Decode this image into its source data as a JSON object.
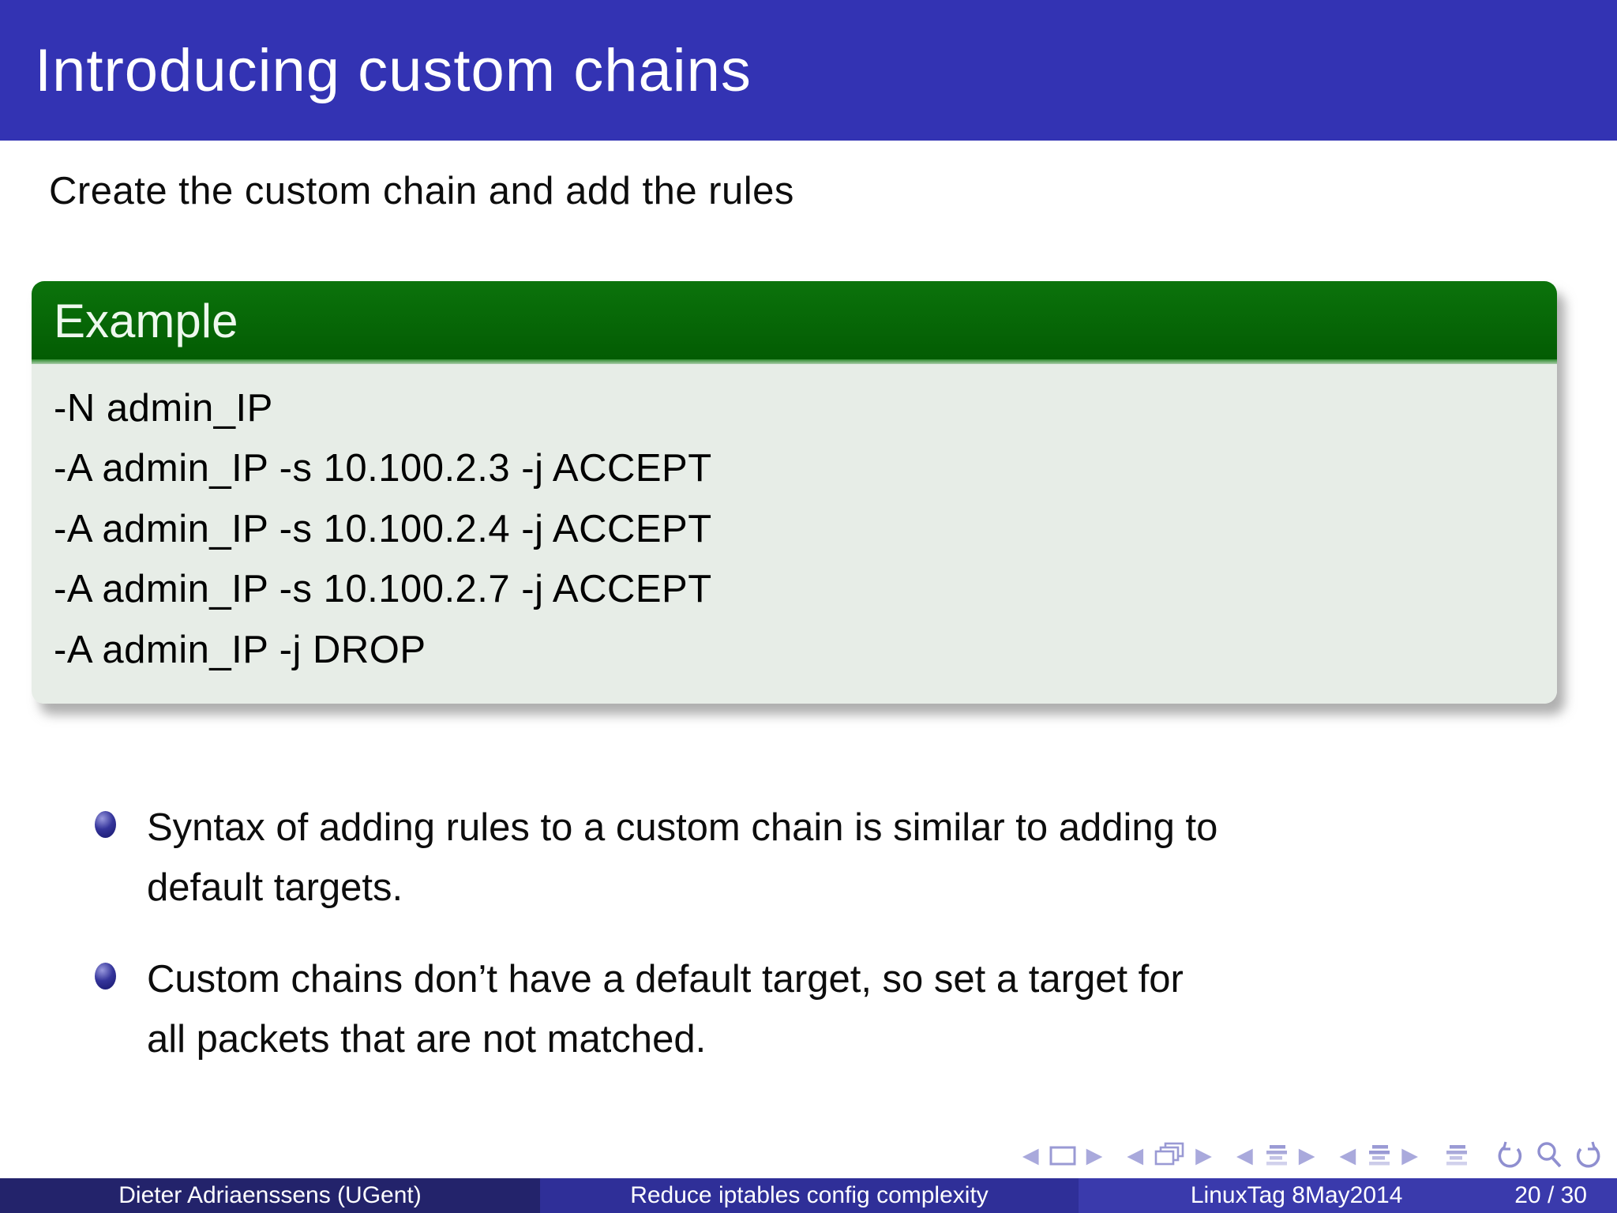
{
  "slide": {
    "title": "Introducing custom chains",
    "lead": "Create the custom chain and add the rules",
    "example_block": {
      "title": "Example",
      "code_lines": [
        "-N admin_IP",
        "-A admin_IP -s 10.100.2.3 -j ACCEPT",
        "-A admin_IP -s 10.100.2.4 -j ACCEPT",
        "-A admin_IP -s 10.100.2.7 -j ACCEPT",
        "-A admin_IP -j DROP"
      ]
    },
    "bullets": [
      "Syntax of adding rules to a custom chain is similar to adding to default targets.",
      "Custom chains don’t have a default target, so set a target for all packets that are not matched."
    ]
  },
  "nav": {
    "prev_arrow": "◀",
    "next_arrow": "▶"
  },
  "icons": {
    "slide_icon": "rectangle outline (current slide)",
    "frames_icon": "stacked overlapping rectangles (frames)",
    "subsection_list_icon": "indented horizontal bars",
    "section_list_icon": "indented horizontal bars",
    "appendix_icon": "horizontal bars",
    "back_icon": "counterclockwise curved arrow",
    "search_icon": "magnifying glass",
    "forward_icon": "clockwise curved arrow",
    "bullet_icon": "dark blue sphere"
  },
  "footer": {
    "author": "Dieter Adriaenssens  (UGent)",
    "title": "Reduce iptables config complexity",
    "date": "LinuxTag 8May2014",
    "frame": "20 / 30"
  },
  "colors": {
    "header_bg": "#3333B3",
    "example_title_bg": "#066606",
    "example_body_bg": "#E7EDE7",
    "footer_author_bg": "#23236B",
    "footer_title_bg": "#2F2F98",
    "footer_date_bg": "#3A3AAC",
    "nav_icon": "#9A9AD4",
    "bullet": "#222288"
  }
}
